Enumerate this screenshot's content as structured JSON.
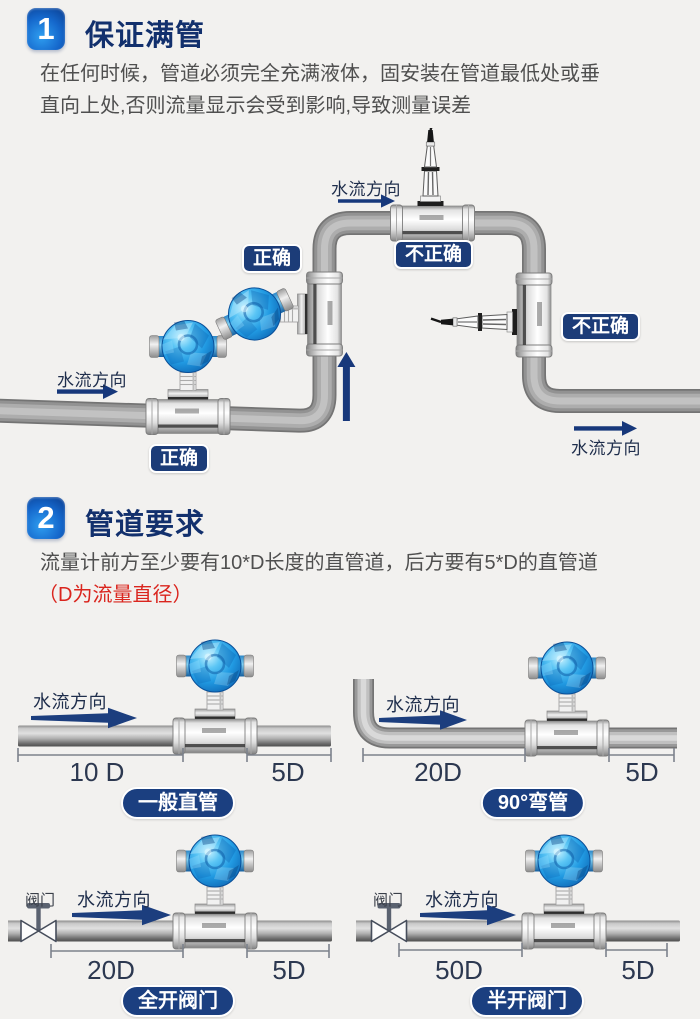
{
  "sections": [
    {
      "number": "1",
      "title": "保证满管",
      "body_line1": "在任何时候，管道必须完全充满液体，固安装在管道最低处或垂",
      "body_line2": "直向上处,否则流量显示会受到影响,导致测量误差"
    },
    {
      "number": "2",
      "title": "管道要求",
      "body_line1": "流量计前方至少要有10*D长度的直管道，后方要有5*D的直管道",
      "note": "（D为流量直径）"
    }
  ],
  "main_diagram": {
    "flow_label_left": "水流方向",
    "flow_label_top": "水流方向",
    "flow_label_right": "水流方向",
    "tag_correct_bottom": "正确",
    "tag_correct_vertical": "正确",
    "tag_incorrect_top": "不正确",
    "tag_incorrect_side": "不正确"
  },
  "sub_diagrams": [
    {
      "caption": "一般直管",
      "flow_label": "水流方向",
      "upstream": "10 D",
      "downstream": "5D"
    },
    {
      "caption": "90°弯管",
      "flow_label": "水流方向",
      "upstream": "20D",
      "downstream": "5D"
    },
    {
      "caption": "全开阀门",
      "flow_label": "水流方向",
      "valve_label": "阀门",
      "upstream": "20D",
      "downstream": "5D"
    },
    {
      "caption": "半开阀门",
      "flow_label": "水流方向",
      "valve_label": "阀门",
      "upstream": "50D",
      "downstream": "5D"
    }
  ],
  "colors": {
    "background": "#f2f1ef",
    "label_navy": "#1c3c78",
    "pill_navy": "#1b3f80",
    "badge_blue": "#1568cc",
    "title_navy": "#12306d",
    "body_gray": "#4f4f4f",
    "note_red": "#da251e",
    "arrow_navy": "#17387b",
    "pipe_gray": "#9a9a9a",
    "meter_blue": "#2e9fe0"
  }
}
